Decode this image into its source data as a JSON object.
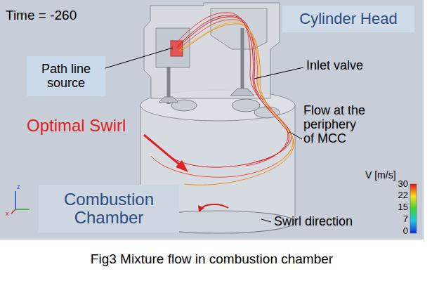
{
  "diagram": {
    "caption": "Fig3 Mixture flow in combustion chamber",
    "nodes": [
      {
        "text": [
          "Cylinder Head"
        ]
      },
      {
        "text": [
          "Path line source"
        ]
      },
      {
        "text": [
          "Combustion Chamber"
        ]
      }
    ],
    "labels": [
      "Time = -260",
      "Inlet valve",
      "Flow at the periphery of MCC",
      "Optimal Swirl",
      "Swirl direction",
      "V [m/s]",
      "30",
      "22",
      "15",
      "7",
      "0",
      "z",
      "x"
    ]
  }
}
